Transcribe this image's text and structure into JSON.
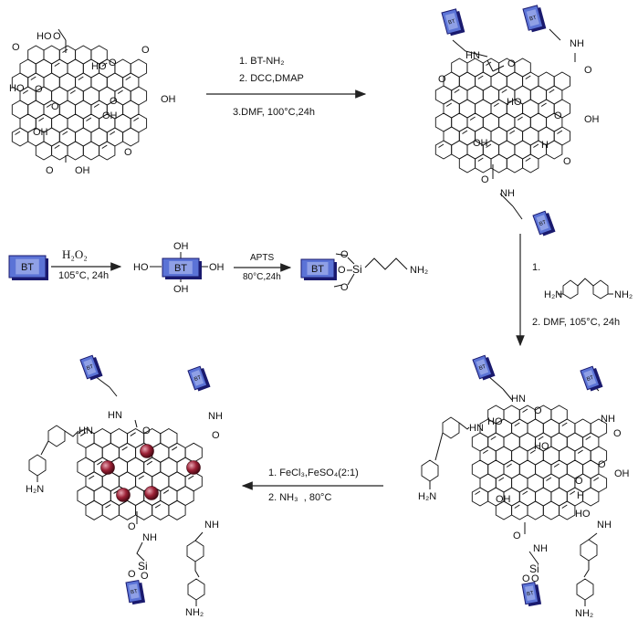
{
  "step1": {
    "line1": "1. BT-NH₂",
    "line2": "2. DCC,DMAP",
    "line3": "3.DMF, 100°C,24h"
  },
  "step2": {
    "reagent": "H₂O₂",
    "cond": "105°C, 24h"
  },
  "step3": {
    "reagent": "APTS",
    "cond": "80°C,24h"
  },
  "step4": {
    "num": "1.",
    "nh2_left": "H₂N",
    "nh2_right": "NH₂",
    "cond": "2. DMF, 105°C, 24h"
  },
  "step5": {
    "line1": "1. FeCl₃,FeSO₄(2:1)",
    "line2": "2. NH₃  , 80°C"
  },
  "labels": {
    "bt": "BT",
    "ho": "HO",
    "oh": "OH",
    "o": "O",
    "si": "Si",
    "nh2": "NH₂",
    "h2n": "H₂N",
    "hn": "HN",
    "nh": "NH",
    "h": "H"
  },
  "colors": {
    "bt_fill": "#5b73d6",
    "bt_fill_light": "#8fa0e6",
    "bt_stroke": "#1a1a6e",
    "particle": "#8b1a2b"
  }
}
